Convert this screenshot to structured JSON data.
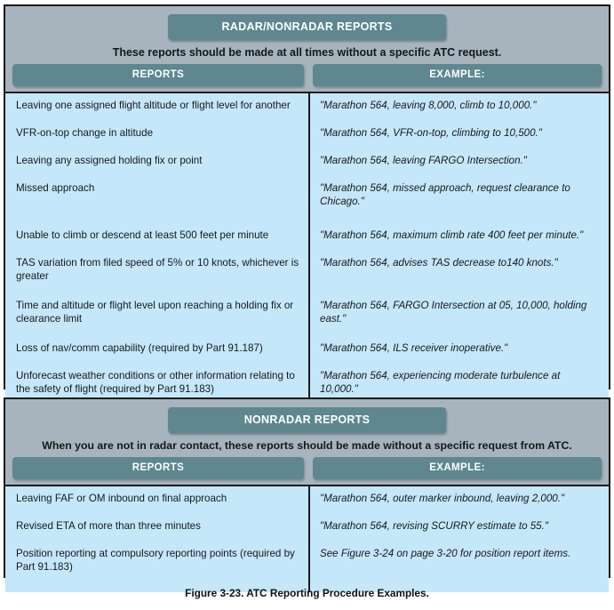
{
  "figure": {
    "caption": "Figure 3-23. ATC Reporting Procedure Examples."
  },
  "colors": {
    "page_background": "#ffffff",
    "table_background": "#a7b4bd",
    "header_pill": "#5e8790",
    "cell_background": "#c5e7fa",
    "border": "#1a1a1a",
    "header_text": "#ffffff",
    "body_text": "#15191c"
  },
  "table_one": {
    "title": "RADAR/NONRADAR REPORTS",
    "subtitle": "These reports should be made at all times without a specific ATC request.",
    "columns": [
      {
        "label": "REPORTS"
      },
      {
        "label": "EXAMPLE:"
      }
    ],
    "rows": [
      {
        "report": "Leaving one assigned flight altitude or flight level for another",
        "example": "\"Marathon 564, leaving 8,000, climb to 10,000.\""
      },
      {
        "report": "VFR-on-top change in altitude",
        "example": "\"Marathon 564, VFR-on-top, climbing to 10,500.\""
      },
      {
        "report": "Leaving any assigned holding fix or point",
        "example": "\"Marathon 564, leaving FARGO Intersection.\""
      },
      {
        "report": "Missed approach",
        "example": "\"Marathon 564, missed approach, request clearance to Chicago.\""
      },
      {
        "report": "Unable to climb or descend at least 500 feet per minute",
        "example": "\"Marathon 564, maximum climb rate 400 feet per minute.\""
      },
      {
        "report": "TAS variation from filed speed of 5% or 10 knots, whichever is greater",
        "example": "\"Marathon 564, advises TAS decrease to140 knots.\""
      },
      {
        "report": "Time and altitude or flight level upon reaching a holding fix or clearance limit",
        "example": "\"Marathon 564, FARGO Intersection at 05, 10,000, holding east.\""
      },
      {
        "report": "Loss of nav/comm capability (required by Part 91.187)",
        "example": "\"Marathon 564, ILS receiver inoperative.\""
      },
      {
        "report": "Unforecast weather conditions or other information relating to the safety of flight (required by Part 91.183)",
        "example": "\"Marathon 564, experiencing moderate turbulence at 10,000.\""
      }
    ]
  },
  "table_two": {
    "title": "NONRADAR REPORTS",
    "subtitle": "When you are not in radar contact, these reports should be made without a specific request from ATC.",
    "columns": [
      {
        "label": "REPORTS"
      },
      {
        "label": "EXAMPLE:"
      }
    ],
    "rows": [
      {
        "report": "Leaving FAF or OM inbound on final approach",
        "example": "\"Marathon 564, outer marker inbound, leaving 2,000.\""
      },
      {
        "report": "Revised ETA of more than three minutes",
        "example": "\"Marathon 564, revising SCURRY estimate to 55.\""
      },
      {
        "report": "Position reporting at compulsory reporting points (required by Part 91.183)",
        "example": "See Figure 3-24 on page 3-20 for position report items."
      }
    ]
  }
}
